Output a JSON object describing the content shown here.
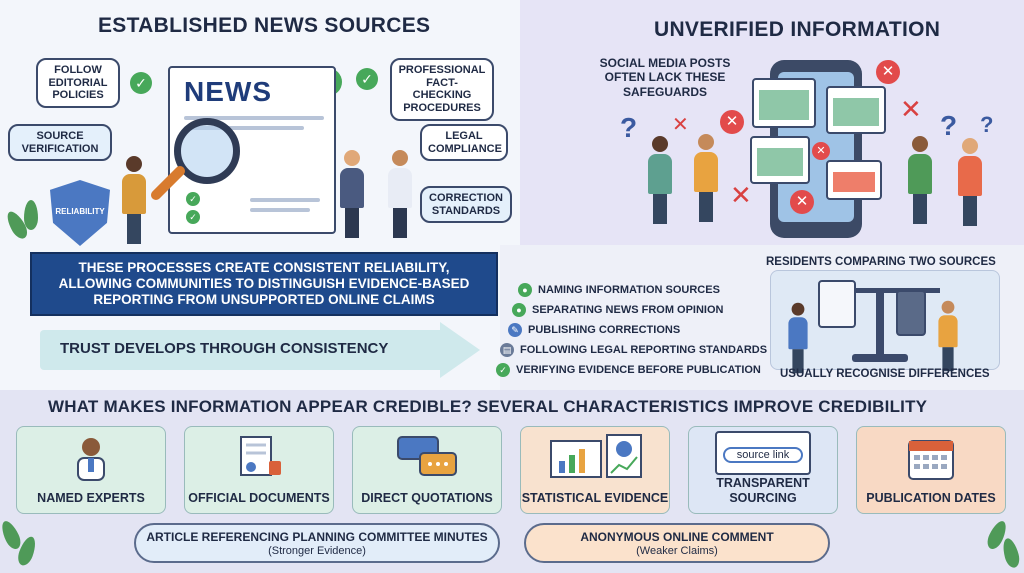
{
  "left_section": {
    "title": "ESTABLISHED NEWS SOURCES",
    "newspaper_title": "NEWS",
    "bubbles": {
      "editorial": "FOLLOW EDITORIAL POLICIES",
      "source": "SOURCE VERIFICATION",
      "fact_checking": "PROFESSIONAL FACT-CHECKING PROCEDURES",
      "legal": "LEGAL COMPLIANCE",
      "correction": "CORRECTION STANDARDS"
    },
    "shield_label": "RELIABILITY",
    "banner": "THESE PROCESSES CREATE CONSISTENT RELIABILITY, ALLOWING COMMUNITIES TO DISTINGUISH EVIDENCE-BASED REPORTING FROM UNSUPPORTED ONLINE CLAIMS",
    "trust": "TRUST DEVELOPS THROUGH CONSISTENCY"
  },
  "right_section": {
    "title": "UNVERIFIED INFORMATION",
    "social_note": "SOCIAL MEDIA POSTS OFTEN LACK THESE SAFEGUARDS"
  },
  "practices": [
    "NAMING INFORMATION SOURCES",
    "SEPARATING NEWS FROM OPINION",
    "PUBLISHING CORRECTIONS",
    "FOLLOWING LEGAL REPORTING STANDARDS",
    "VERIFYING EVIDENCE BEFORE PUBLICATION"
  ],
  "comparison": {
    "title": "RESIDENTS COMPARING TWO SOURCES",
    "caption": "USUALLY RECOGNISE DIFFERENCES"
  },
  "credibility": {
    "title": "WHAT MAKES INFORMATION APPEAR CREDIBLE? SEVERAL CHARACTERISTICS IMPROVE CREDIBILITY",
    "features": [
      {
        "label": "NAMED EXPERTS",
        "icon": "doctor-icon",
        "color": "#dcefe6"
      },
      {
        "label": "OFFICIAL DOCUMENTS",
        "icon": "document-stamp-icon",
        "color": "#dcefe6"
      },
      {
        "label": "DIRECT QUOTATIONS",
        "icon": "speech-bubbles-icon",
        "color": "#dcefe6"
      },
      {
        "label": "STATISTICAL EVIDENCE",
        "icon": "chart-icon",
        "color": "#f8e2cf"
      },
      {
        "label": "TRANSPARENT SOURCING",
        "icon": "browser-link-icon",
        "color": "#dde6f5"
      },
      {
        "label": "PUBLICATION DATES",
        "icon": "calendar-icon",
        "color": "#f8d9c4"
      }
    ],
    "source_link_text": "source link",
    "strong_example": {
      "main": "ARTICLE REFERENCING PLANNING COMMITTEE MINUTES",
      "sub": "(Stronger Evidence)"
    },
    "weak_example": {
      "main": "ANONYMOUS ONLINE COMMENT",
      "sub": "(Weaker Claims)"
    }
  },
  "colors": {
    "navy": "#1f4a8c",
    "green_check": "#47a85a",
    "red_x": "#e24b4b"
  }
}
